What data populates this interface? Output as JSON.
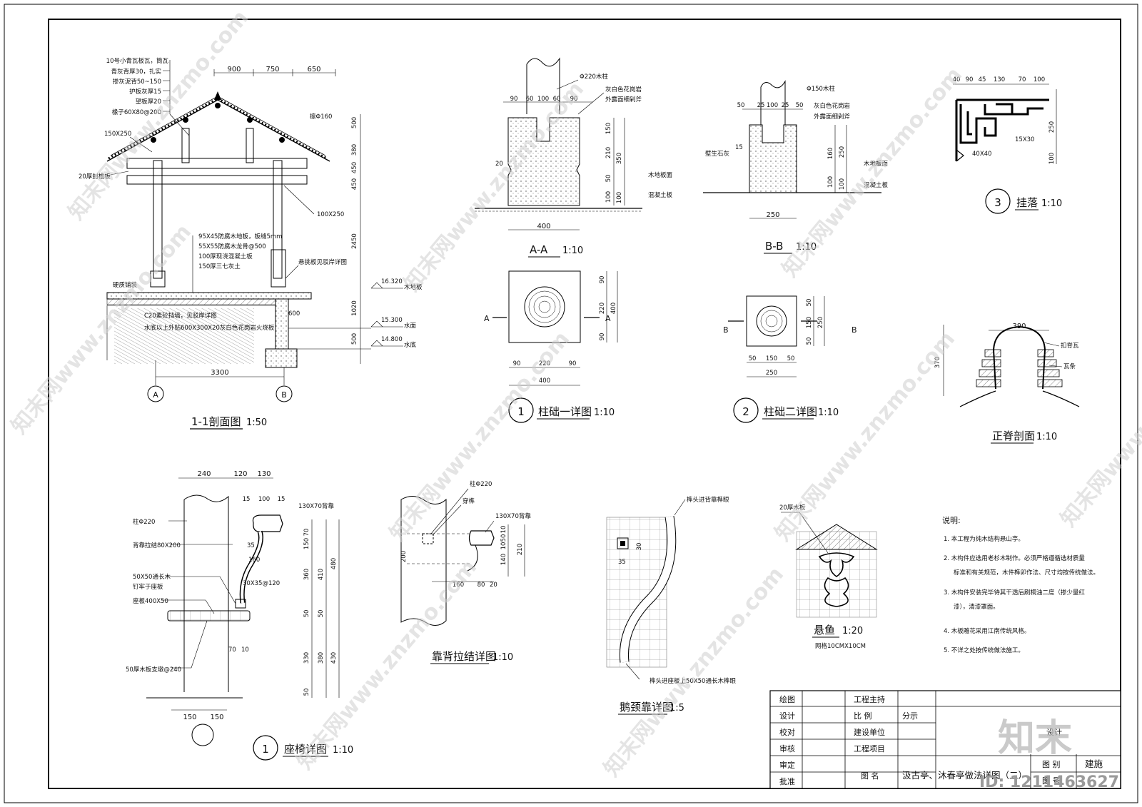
{
  "section_1_1": {
    "title": "1-1剖面图",
    "scale": "1:50",
    "layers": [
      "10号小青瓦板瓦，筒瓦",
      "青灰背厚30，扎实",
      "掺灰泥背50~150",
      "护板灰厚15",
      "望板厚20",
      "椽子60X80@200"
    ],
    "top_dims": [
      "900",
      "750",
      "650"
    ],
    "right_dims": [
      "500",
      "380",
      "450",
      "450",
      "2450",
      "1020",
      "500"
    ],
    "rafter_label": "檩Φ160",
    "beam_label": "150X250",
    "beam_label_2": "100X250",
    "board_label": "20厚封檐板",
    "floor_notes": [
      "95X45防腐木地板，板缝5mm",
      "55X55防腐木龙骨@500",
      "100厚现浇混凝土板",
      "150厚三七灰土"
    ],
    "bench_note": "悬挑板见驳岸详图",
    "paving_note": "硬质铺装",
    "wall_notes": [
      "C20素砼挡墙，见驳岸详图",
      "水底以上外贴600X300X20灰白色花岗岩火烧板"
    ],
    "dim_600": "600",
    "span": "3300",
    "levels": [
      {
        "value": "16.320",
        "note": "木地板"
      },
      {
        "value": "15.300",
        "note": "水面"
      },
      {
        "value": "14.800",
        "note": "水底"
      }
    ],
    "axes": [
      "A",
      "B"
    ]
  },
  "aa": {
    "title": "A-A",
    "scale": "1:10",
    "col_label": "Φ220木柱",
    "notes": [
      "灰白色花岗岩",
      "外露面细剁斧"
    ],
    "top_dims": [
      "90",
      "60",
      "100",
      "60",
      "90"
    ],
    "right_dims": [
      "150",
      "210",
      "50",
      "100",
      "350",
      "100"
    ],
    "left_dim": "20",
    "base_width": "400",
    "ground_labels": [
      "木地板面",
      "混凝土板"
    ]
  },
  "bb": {
    "title": "B-B",
    "scale": "1:10",
    "col_label": "Φ150木柱",
    "notes": [
      "灰白色花岗岩",
      "外露面细剁斧"
    ],
    "top_dims": [
      "50",
      "25",
      "100",
      "25",
      "50"
    ],
    "right_dims": [
      "160",
      "250",
      "100",
      "100"
    ],
    "left_dim": "15",
    "left_note": "壁生石灰",
    "base_width": "250",
    "ground_labels": [
      "木地板面",
      "混凝土板"
    ]
  },
  "plinth1": {
    "num": "1",
    "title": "柱础一详图",
    "scale": "1:10",
    "bottom_dims": [
      "90",
      "220",
      "90"
    ],
    "total": "400",
    "right_dims": [
      "90",
      "220",
      "90"
    ],
    "right_total": "400",
    "cut": "A"
  },
  "plinth2": {
    "num": "2",
    "title": "柱础二详图",
    "scale": "1:10",
    "bottom_dims": [
      "50",
      "150",
      "50"
    ],
    "total": "250",
    "right_dims": [
      "50",
      "150",
      "50"
    ],
    "right_total": "250",
    "cut": "B"
  },
  "hanging": {
    "num": "3",
    "title": "挂落",
    "scale": "1:10",
    "top_dims": [
      "40",
      "90",
      "45",
      "130",
      "70",
      "100"
    ],
    "right_dims": [
      "250",
      "100"
    ],
    "labels": [
      "15X30",
      "40X40"
    ]
  },
  "ridge": {
    "title": "正脊剖面",
    "scale": "1:10",
    "width": "390",
    "height": "370",
    "labels": [
      "扣脊瓦",
      "瓦条"
    ]
  },
  "bench": {
    "num": "1",
    "title": "座椅详图",
    "scale": "1:10",
    "top_dims": [
      "240",
      "120",
      "130"
    ],
    "small_dims": [
      "15",
      "100",
      "15"
    ],
    "labels": [
      "柱Φ220",
      "背靠拉结80X200",
      "50X50通长木",
      "钉牢于座板",
      "座板400X50",
      "50厚木板支墩@240"
    ],
    "back_label": "130X70背靠",
    "slat_label": "30X35@120",
    "small_labels": [
      "160",
      "35",
      "70",
      "10"
    ],
    "right_dims": [
      "70",
      "150",
      "360",
      "410",
      "480",
      "50",
      "50",
      "330",
      "380",
      "430",
      "50"
    ],
    "bottom_dims": [
      "150",
      "150"
    ]
  },
  "backrest": {
    "title": "靠背拉结详图",
    "scale": "1:10",
    "labels": [
      "柱Φ220",
      "穿榫",
      "130X70背靠"
    ],
    "dims": [
      "200",
      "160",
      "80",
      "20",
      "10",
      "50",
      "10",
      "140",
      "210"
    ]
  },
  "goose": {
    "title": "鹅颈靠详图",
    "scale": "1:5",
    "top_label": "榫头进背靠榫眼",
    "bottom_label": "榫头进座板上50X50通长木榫眼",
    "dims": [
      "30",
      "35"
    ]
  },
  "pendant": {
    "title": "悬鱼",
    "scale": "1:20",
    "label": "20厚木板",
    "grid": "网格10CMX10CM"
  },
  "notes": {
    "heading": "说明:",
    "items": [
      "1. 本工程为纯木结构悬山亭。",
      "2. 木构件应选用老杉木制作。必须严格遵循选材质量",
      "标准和有关规范，木件榫卯作法、尺寸均按传统做法。",
      "3. 木构件安装完毕待其干透后刷桐油二度（掺少量红",
      "漆），清漆罩面。",
      "4. 木板雕花采用江南传统风格。",
      "5. 不详之处按传统做法施工。"
    ]
  },
  "title_block": {
    "rows": [
      "绘图",
      "设计",
      "校对",
      "审核",
      "审定",
      "批准"
    ],
    "mid": [
      "工程主持",
      "比    例",
      "建设单位",
      "工程项目",
      "",
      "图    名"
    ],
    "scale_value": "分示",
    "drawing_name": "汲古亭、沐春亭做法详图（二）",
    "type_labels": [
      "图    别",
      "图    号"
    ],
    "type_value": "建施",
    "design_label": "设计"
  },
  "watermark": {
    "logo": "知末",
    "id": "ID: 1211463627",
    "site": "知末网www.znzmo.com"
  }
}
